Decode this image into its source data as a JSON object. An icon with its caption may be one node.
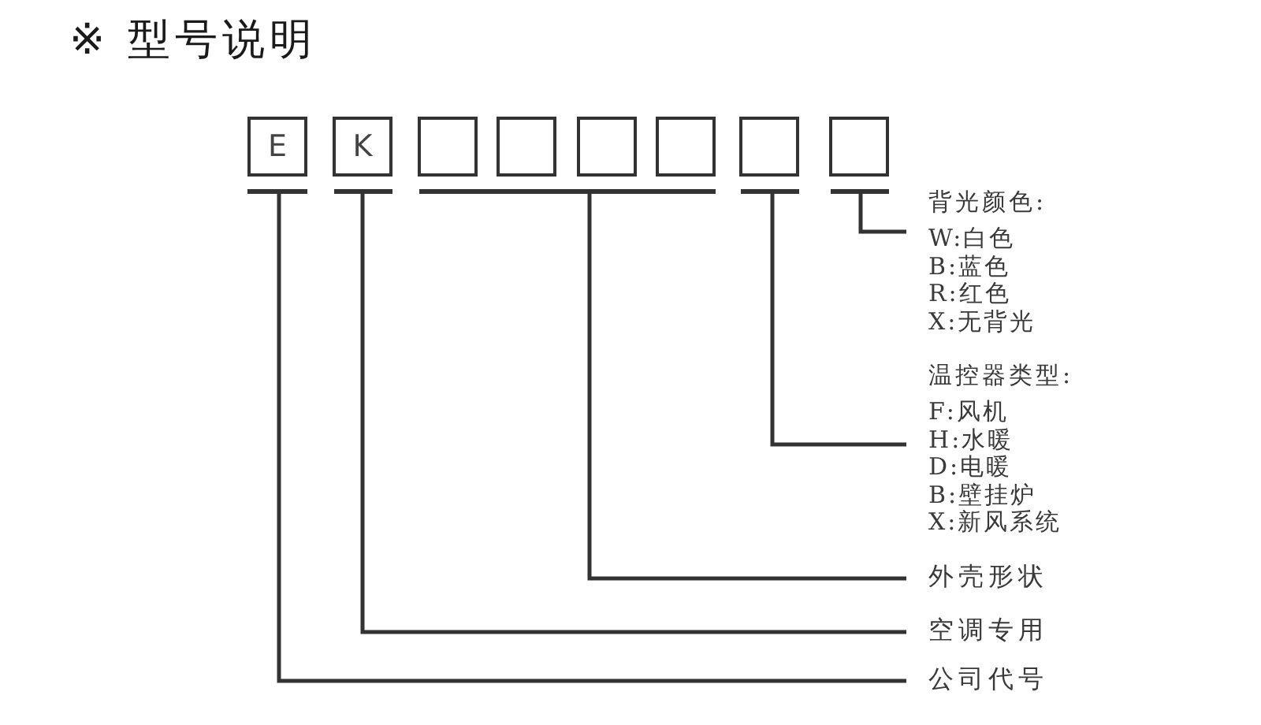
{
  "diagram": {
    "title": "※ 型号说明",
    "nodes": [
      {
        "text": [
          "E"
        ]
      },
      {
        "text": [
          "K"
        ]
      },
      {
        "text": [],
        "shape": "box"
      },
      {
        "text": [],
        "shape": "box"
      },
      {
        "text": [],
        "shape": "box"
      },
      {
        "text": [],
        "shape": "box"
      },
      {
        "text": [],
        "shape": "box"
      },
      {
        "text": [],
        "shape": "box"
      },
      {
        "text": [],
        "shape": "bar"
      },
      {
        "text": [],
        "shape": "bar"
      },
      {
        "text": [],
        "shape": "bar"
      },
      {
        "text": [],
        "shape": "bar"
      },
      {
        "text": [],
        "shape": "bar"
      },
      {
        "text": [
          "背光颜色:",
          "W:白色",
          "B:蓝色",
          "R:红色",
          "X:无背光"
        ]
      },
      {
        "text": [
          "温控器类型:",
          "F:风机",
          "H:水暖",
          "D:电暖",
          "B:壁挂炉",
          "X:新风系统"
        ]
      },
      {
        "text": [
          "外壳形状"
        ]
      },
      {
        "text": [
          "空调专用"
        ]
      },
      {
        "text": [
          "公司代号"
        ]
      }
    ],
    "edges": [
      {
        "from": 8,
        "to": 17,
        "arrow": "none"
      },
      {
        "from": 9,
        "to": 16,
        "arrow": "none"
      },
      {
        "from": 10,
        "to": 15,
        "arrow": "none"
      },
      {
        "from": 11,
        "to": 14,
        "arrow": "none"
      },
      {
        "from": 12,
        "to": 13,
        "arrow": "none"
      }
    ]
  }
}
